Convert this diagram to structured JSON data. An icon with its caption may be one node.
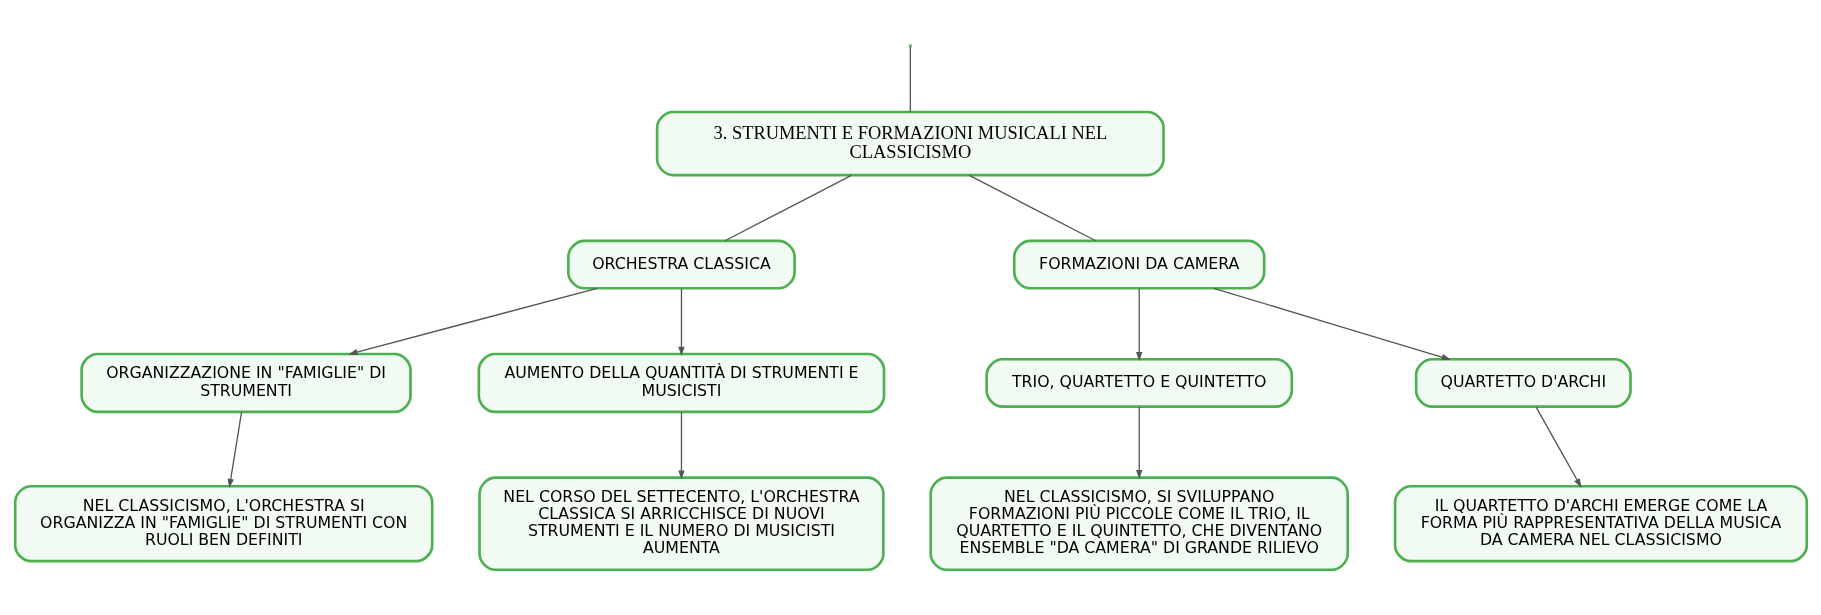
{
  "diagram": {
    "nodes": [
      {
        "text": [
          "3. STRUMENTI E FORMAZIONI MUSICALI NEL CLASSICISMO"
        ]
      },
      {
        "text": [
          "ORCHESTRA CLASSICA"
        ]
      },
      {
        "text": [
          "ORGANIZZAZIONE IN \"FAMIGLIE\" DI STRUMENTI"
        ]
      },
      {
        "text": [
          "NEL CLASSICISMO, L'ORCHESTRA SI ORGANIZZA IN \"FAMIGLIE\" DI STRUMENTI CON RUOLI BEN DEFINITI"
        ]
      },
      {
        "text": [
          "AUMENTO DELLA QUANTITÀ DI STRUMENTI E MUSICISTI"
        ]
      },
      {
        "text": [
          "NEL CORSO DEL SETTECENTO, L'ORCHESTRA CLASSICA SI ARRICCHISCE DI NUOVI STRUMENTI E IL NUMERO DI MUSICISTI AUMENTA"
        ]
      },
      {
        "text": [
          "FORMAZIONI DA CAMERA"
        ]
      },
      {
        "text": [
          "TRIO, QUARTETTO E QUINTETTO"
        ]
      },
      {
        "text": [
          "NEL CLASSICISMO, SI SVILUPPANO FORMAZIONI PIÙ PICCOLE COME IL TRIO, IL QUARTETTO E IL QUINTETTO, CHE DIVENTANO ENSEMBLE \"DA CAMERA\" DI GRANDE RILIEVO"
        ]
      },
      {
        "text": [
          "QUARTETTO D'ARCHI"
        ]
      },
      {
        "text": [
          "IL QUARTETTO D'ARCHI EMERGE COME LA FORMA PIÙ RAPPRESENTATIVA DELLA MUSICA DA CAMERA NEL CLASSICISMO"
        ]
      }
    ],
    "edges": [
      {
        "from": null,
        "to": 0,
        "arrow": "none"
      },
      {
        "from": 0,
        "to": 1,
        "arrow": "none"
      },
      {
        "from": 0,
        "to": 6,
        "arrow": "none"
      },
      {
        "from": 1,
        "to": 2,
        "arrow": "to"
      },
      {
        "from": 1,
        "to": 4,
        "arrow": "to"
      },
      {
        "from": 2,
        "to": 3,
        "arrow": "to"
      },
      {
        "from": 4,
        "to": 5,
        "arrow": "to"
      },
      {
        "from": 6,
        "to": 7,
        "arrow": "to"
      },
      {
        "from": 6,
        "to": 9,
        "arrow": "to"
      },
      {
        "from": 7,
        "to": 8,
        "arrow": "to"
      },
      {
        "from": 9,
        "to": 10,
        "arrow": "to"
      }
    ]
  }
}
